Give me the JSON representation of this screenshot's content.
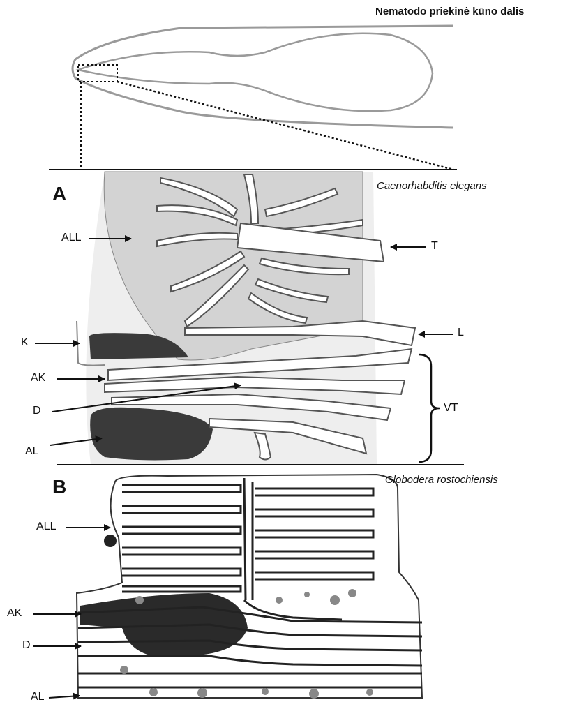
{
  "header": {
    "title": "Nematodo priekinė kūno dalis"
  },
  "panel_a": {
    "letter": "A",
    "species": "Caenorhabditis elegans",
    "labels": {
      "all": "ALL",
      "t": "T",
      "k": "K",
      "l": "L",
      "ak": "AK",
      "d": "D",
      "vt": "VT",
      "al": "AL"
    }
  },
  "panel_b": {
    "letter": "B",
    "species": "Globodera rostochiensis",
    "labels": {
      "all": "ALL",
      "ak": "AK",
      "d": "D",
      "al": "AL"
    }
  },
  "colors": {
    "outline": "#9a9a9a",
    "tissue": "#d6d6d6",
    "dark_cell": "#3a3a3a",
    "ink": "#111111"
  }
}
